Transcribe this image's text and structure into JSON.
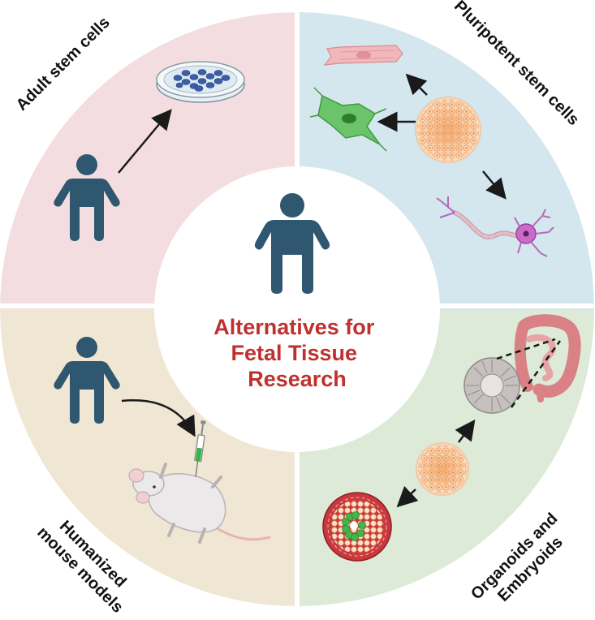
{
  "center": {
    "title_lines": [
      "Alternatives for",
      "Fetal Tissue",
      "Research"
    ]
  },
  "quadrants": [
    {
      "id": "adult",
      "label_lines": [
        "Adult stem cells"
      ],
      "color": "#f3dde0"
    },
    {
      "id": "pluripotent",
      "label_lines": [
        "Pluripotent stem cells"
      ],
      "color": "#d4e6ee"
    },
    {
      "id": "humanized",
      "label_lines": [
        "Humanized",
        "mouse models"
      ],
      "color": "#efe7d3"
    },
    {
      "id": "organoids",
      "label_lines": [
        "Organoids and",
        "Embryoids"
      ],
      "color": "#dcead7"
    }
  ],
  "colors": {
    "person": "#2f5770",
    "title": "#c0302e",
    "arrow": "#1a1a1a"
  },
  "icons": [
    "person-icon",
    "petri-dish-icon",
    "muscle-cell-icon",
    "fibroblast-icon",
    "stem-cell-cluster-icon",
    "neuron-icon",
    "intestine-icon",
    "organoid-icon",
    "embryoid-icon",
    "mouse-icon",
    "syringe-icon"
  ]
}
